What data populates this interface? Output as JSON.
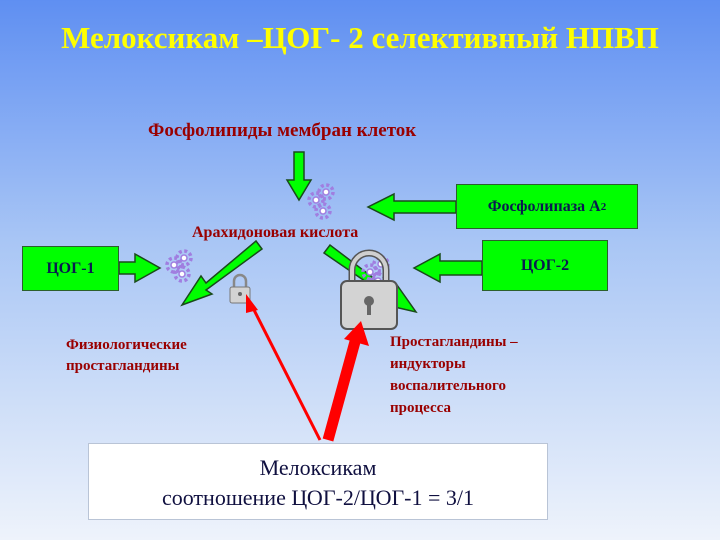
{
  "title": "Мелоксикам –ЦОГ- 2 селективный НПВП",
  "labels": {
    "phospholipids": "Фосфолипиды мембран клеток",
    "phospholipase_main": "Фосфолипаза А",
    "phospholipase_sub": "2",
    "arachidonic": "Арахидоновая кислота",
    "cox1": "ЦОГ-1",
    "cox2": "ЦОГ-2",
    "physio_line1": "Физиологические",
    "physio_line2": "простагландины",
    "prost_line1": "Простагландины –",
    "prost_line2": "индукторы",
    "prost_line3": "воспалительного",
    "prost_line4": "процесса"
  },
  "panel": {
    "line1": "Мелоксикам",
    "line2": "соотношение ЦОГ-2/ЦОГ-1 = 3/1"
  },
  "colors": {
    "title": "#ffff00",
    "box_fill": "#00ff00",
    "label_text": "#990000",
    "arrow_red": "#ff0000",
    "lock_body": "#d3d3d3"
  },
  "icons": [
    "gear-cluster-icon",
    "small-lock-icon",
    "large-lock-icon"
  ]
}
